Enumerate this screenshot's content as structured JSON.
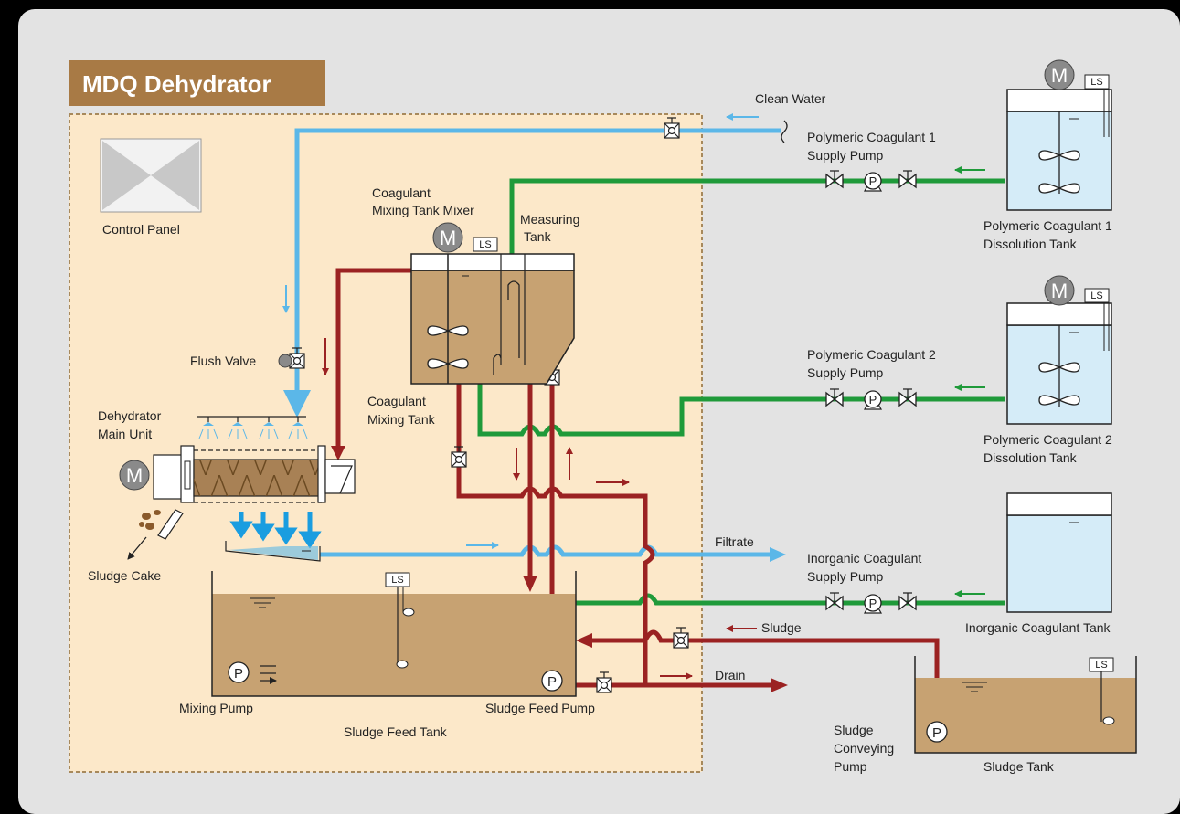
{
  "title": "MDQ Dehydrator",
  "labels": {
    "control_panel": "Control Panel",
    "clean_water": "Clean Water",
    "pc1_pump_l1": "Polymeric Coagulant 1",
    "pc1_pump_l2": "Supply Pump",
    "pc1_tank_l1": "Polymeric Coagulant 1",
    "pc1_tank_l2": "Dissolution Tank",
    "pc2_pump_l1": "Polymeric Coagulant 2",
    "pc2_pump_l2": "Supply Pump",
    "pc2_tank_l1": "Polymeric Coagulant 2",
    "pc2_tank_l2": "Dissolution Tank",
    "mixer_l1": "Coagulant",
    "mixer_l2": "Mixing Tank Mixer",
    "measuring_l1": "Measuring",
    "measuring_l2": "Tank",
    "flush_valve": "Flush Valve",
    "mixing_tank_l1": "Coagulant",
    "mixing_tank_l2": "Mixing Tank",
    "dehydrator_l1": "Dehydrator",
    "dehydrator_l2": "Main Unit",
    "sludge_cake": "Sludge Cake",
    "filtrate": "Filtrate",
    "inorg_pump_l1": "Inorganic Coagulant",
    "inorg_pump_l2": "Supply Pump",
    "inorg_tank": "Inorganic Coagulant Tank",
    "sludge": "Sludge",
    "drain": "Drain",
    "mixing_pump": "Mixing Pump",
    "sludge_feed_pump": "Sludge Feed Pump",
    "sludge_feed_tank": "Sludge Feed Tank",
    "conveying_l1": "Sludge",
    "conveying_l2": "Conveying",
    "conveying_l3": "Pump",
    "sludge_tank": "Sludge Tank"
  },
  "symbols": {
    "motor": "M",
    "pump": "P",
    "level_switch": "LS"
  },
  "colors": {
    "panel_bg": "#e3e3e3",
    "zone_bg": "#fce8c9",
    "zone_border": "#a7895c",
    "title_bg": "#a87a45",
    "water_blue": "#5bb7e8",
    "coagulant_green": "#1f9a3a",
    "sludge_red": "#9b2222",
    "sludge_fill": "#c7a272",
    "tank_fill": "#d5ecf8"
  }
}
